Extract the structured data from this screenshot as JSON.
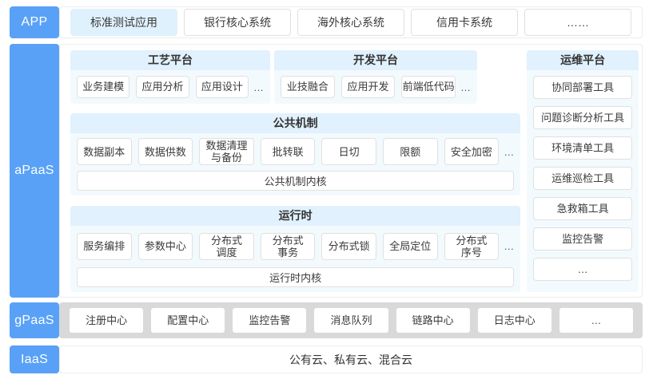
{
  "colors": {
    "layer_label_blue": "#58A1F7",
    "section_header_bg": "#E1F1FD",
    "section_body_bg": "#F3FAFE",
    "highlight_item_bg": "#DFF1FC",
    "gpaas_band_gray": "#D9D9D9",
    "card_border": "#E0E0E0"
  },
  "layers": {
    "app": {
      "label": "APP",
      "items": [
        {
          "label": "标准测试应用",
          "highlight": true
        },
        "银行核心系统",
        "海外核心系统",
        "信用卡系统",
        "……"
      ]
    },
    "apaas": {
      "label": "aPaaS",
      "craft": {
        "title": "工艺平台",
        "items": [
          "业务建模",
          "应用分析",
          "应用设计"
        ],
        "more": "…"
      },
      "dev": {
        "title": "开发平台",
        "items": [
          "业技融合",
          "应用开发",
          "前端低代码"
        ],
        "more": "…"
      },
      "common": {
        "title": "公共机制",
        "items": [
          "数据副本",
          "数据供数",
          "数据清理\n与备份",
          "批转联",
          "日切",
          "限额",
          "安全加密"
        ],
        "more": "…",
        "kernel": "公共机制内核"
      },
      "runtime": {
        "title": "运行时",
        "items": [
          "服务编排",
          "参数中心",
          "分布式\n调度",
          "分布式\n事务",
          "分布式锁",
          "全局定位",
          "分布式\n序号"
        ],
        "more": "…",
        "kernel": "运行时内核"
      },
      "ops": {
        "title": "运维平台",
        "items": [
          "协同部署工具",
          "问题诊断分析工具",
          "环境清单工具",
          "运维巡检工具",
          "急救箱工具",
          "监控告警",
          "…"
        ]
      }
    },
    "gpaas": {
      "label": "gPaaS",
      "items": [
        "注册中心",
        "配置中心",
        "监控告警",
        "消息队列",
        "链路中心",
        "日志中心",
        "…"
      ]
    },
    "iaas": {
      "label": "IaaS",
      "text": "公有云、私有云、混合云"
    }
  }
}
